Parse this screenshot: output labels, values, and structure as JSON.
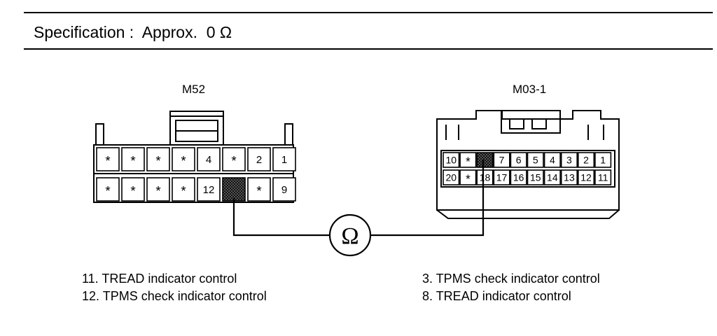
{
  "specification": "Specification :  Approx.  0 Ω",
  "connectors": {
    "m52": {
      "label": "M52",
      "top_row": [
        "*",
        "*",
        "*",
        "*",
        "4",
        "*",
        "2",
        "1"
      ],
      "bottom_row": [
        "*",
        "*",
        "*",
        "*",
        "12",
        "",
        "*",
        "9"
      ]
    },
    "m03": {
      "label": "M03-1",
      "top_row": [
        "10",
        "*",
        "",
        "7",
        "6",
        "5",
        "4",
        "3",
        "2",
        "1"
      ],
      "bottom_row": [
        "20",
        "*",
        "18",
        "17",
        "16",
        "15",
        "14",
        "13",
        "12",
        "11"
      ]
    }
  },
  "meter_symbol": "Ω",
  "legend_left": [
    "11. TREAD indicator control",
    "12. TPMS check indicator control"
  ],
  "legend_right": [
    "3. TPMS check indicator control",
    "8. TREAD indicator control"
  ]
}
